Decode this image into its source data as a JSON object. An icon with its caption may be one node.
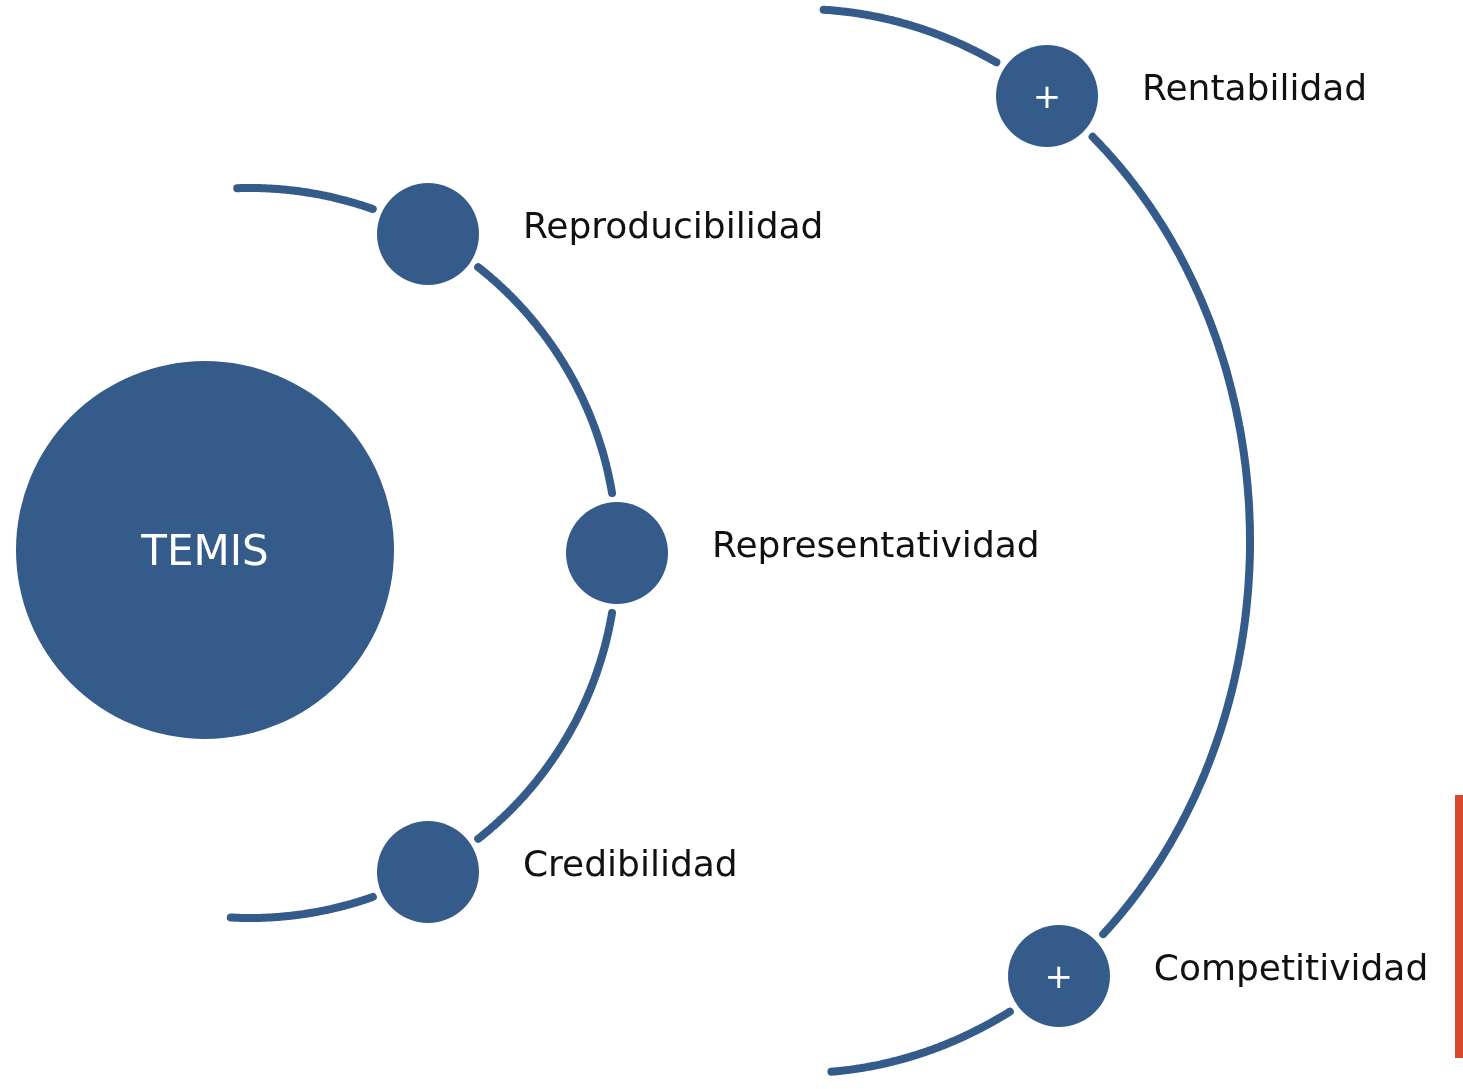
{
  "diagram": {
    "nodes": [
      {
        "text": [
          "TEMIS"
        ]
      },
      {
        "text": [
          "Reproducibilidad"
        ]
      },
      {
        "text": [
          "Representatividad"
        ]
      },
      {
        "text": [
          "Credibilidad"
        ]
      },
      {
        "text": [
          "+",
          "Rentabilidad"
        ]
      },
      {
        "text": [
          "+",
          "Competitividad"
        ]
      }
    ],
    "edges": [
      {
        "from": null,
        "to": 1,
        "arrow": "none"
      },
      {
        "from": 1,
        "to": 2,
        "arrow": "none"
      },
      {
        "from": 2,
        "to": 3,
        "arrow": "none"
      },
      {
        "from": 3,
        "to": null,
        "arrow": "none"
      },
      {
        "from": null,
        "to": 4,
        "arrow": "none"
      },
      {
        "from": 4,
        "to": 5,
        "arrow": "none"
      },
      {
        "from": 5,
        "to": null,
        "arrow": "none"
      }
    ]
  }
}
